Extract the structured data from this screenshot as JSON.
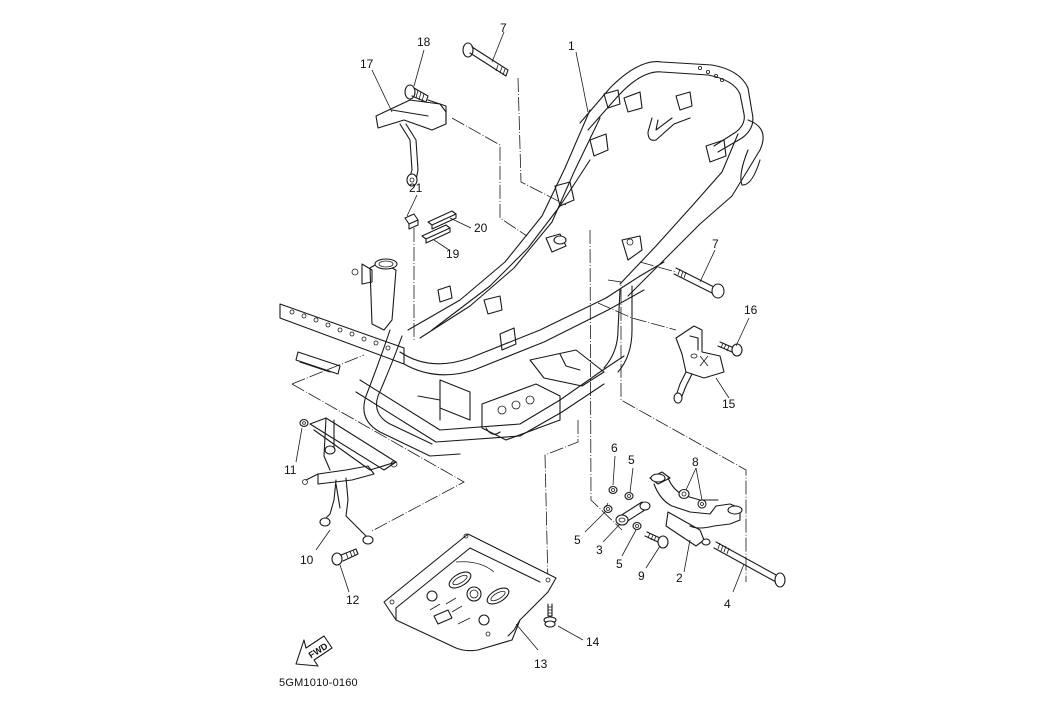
{
  "diagram": {
    "title": "Frame exploded parts diagram",
    "drawing_code": "5GM1010-0160",
    "direction_indicator": "FWD",
    "line_color": "#1a1a1a",
    "background_color": "#ffffff"
  },
  "callouts": [
    {
      "id": "c1",
      "number": "1",
      "part": "frame"
    },
    {
      "id": "c2",
      "number": "2",
      "part": "engine-bracket"
    },
    {
      "id": "c3",
      "number": "3",
      "part": "link-collar"
    },
    {
      "id": "c4",
      "number": "4",
      "part": "long-bolt"
    },
    {
      "id": "c5a",
      "number": "5",
      "part": "washer"
    },
    {
      "id": "c5b",
      "number": "5",
      "part": "washer"
    },
    {
      "id": "c5c",
      "number": "5",
      "part": "washer"
    },
    {
      "id": "c6",
      "number": "6",
      "part": "washer"
    },
    {
      "id": "c7a",
      "number": "7",
      "part": "bolt"
    },
    {
      "id": "c7b",
      "number": "7",
      "part": "bolt"
    },
    {
      "id": "c8",
      "number": "8",
      "part": "nut-and-washer"
    },
    {
      "id": "c9",
      "number": "9",
      "part": "bolt"
    },
    {
      "id": "c10",
      "number": "10",
      "part": "front-bracket"
    },
    {
      "id": "c11",
      "number": "11",
      "part": "washer"
    },
    {
      "id": "c12",
      "number": "12",
      "part": "bolt"
    },
    {
      "id": "c13",
      "number": "13",
      "part": "under-cover-plate"
    },
    {
      "id": "c14",
      "number": "14",
      "part": "screw"
    },
    {
      "id": "c15",
      "number": "15",
      "part": "stay-bracket"
    },
    {
      "id": "c16",
      "number": "16",
      "part": "bolt"
    },
    {
      "id": "c17",
      "number": "17",
      "part": "stay-bracket"
    },
    {
      "id": "c18",
      "number": "18",
      "part": "bolt"
    },
    {
      "id": "c19",
      "number": "19",
      "part": "damper"
    },
    {
      "id": "c20",
      "number": "20",
      "part": "damper"
    },
    {
      "id": "c21",
      "number": "21",
      "part": "damper"
    }
  ]
}
